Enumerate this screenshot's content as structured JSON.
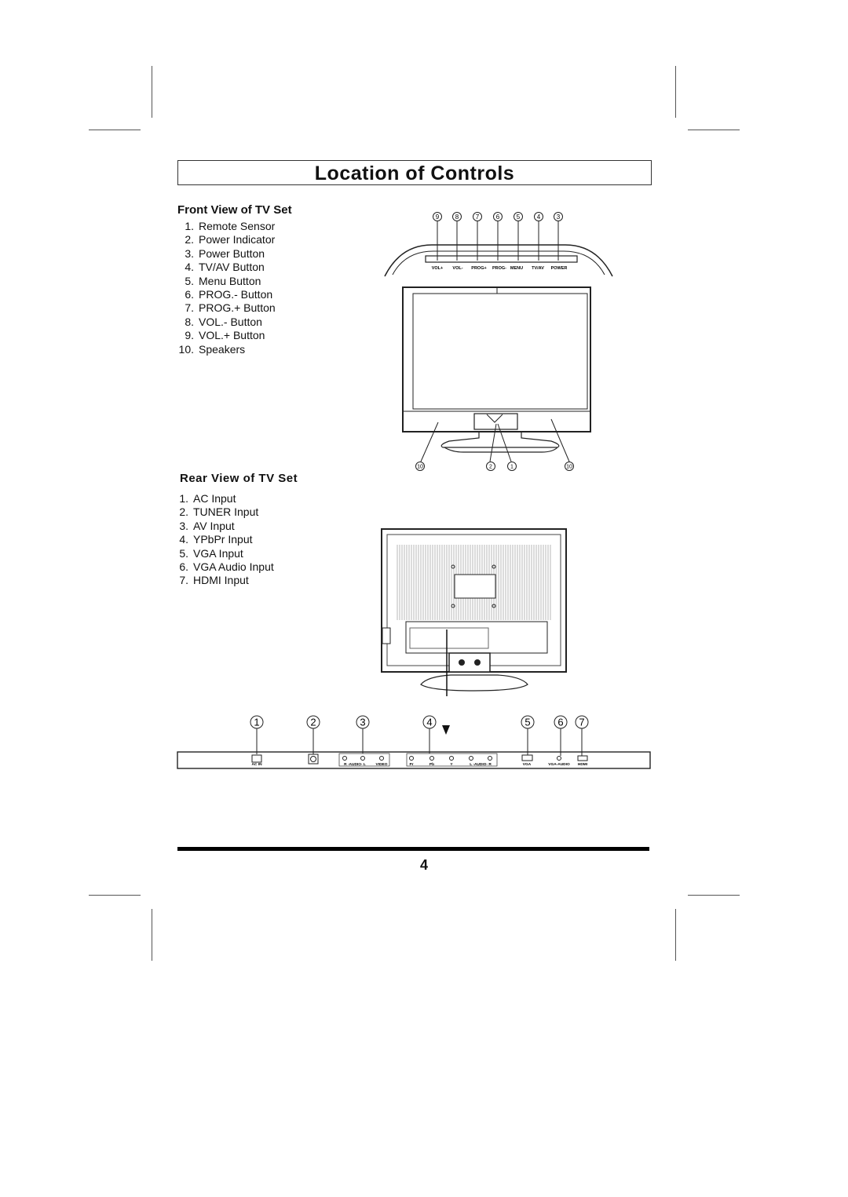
{
  "title": "Location of Controls",
  "front": {
    "heading": "Front View of TV Set",
    "items": [
      {
        "num": "1.",
        "label": "Remote Sensor"
      },
      {
        "num": "2.",
        "label": "Power Indicator"
      },
      {
        "num": "3.",
        "label": "Power Button"
      },
      {
        "num": "4.",
        "label": "TV/AV Button"
      },
      {
        "num": "5.",
        "label": "Menu Button"
      },
      {
        "num": "6.",
        "label": "PROG.- Button"
      },
      {
        "num": "7.",
        "label": "PROG.+ Button"
      },
      {
        "num": "8.",
        "label": "VOL.- Button"
      },
      {
        "num": "9.",
        "label": "VOL.+ Button"
      },
      {
        "num": "10.",
        "label": "Speakers"
      }
    ],
    "diagram": {
      "button_labels": [
        "VOL+",
        "VOL-",
        "PROG+",
        "PROG-",
        "MENU",
        "TV/AV",
        "POWER"
      ],
      "top_callouts": [
        "9",
        "8",
        "7",
        "6",
        "5",
        "4",
        "3"
      ],
      "bottom_callouts": [
        "10",
        "2",
        "1",
        "10"
      ]
    }
  },
  "rear": {
    "heading": "Rear View of TV Set",
    "items": [
      {
        "num": "1.",
        "label": "AC Input"
      },
      {
        "num": "2.",
        "label": "TUNER  Input"
      },
      {
        "num": "3.",
        "label": "AV Input"
      },
      {
        "num": "4.",
        "label": "YPbPr Input"
      },
      {
        "num": "5.",
        "label": "VGA Input"
      },
      {
        "num": "6.",
        "label": "VGA Audio Input"
      },
      {
        "num": "7.",
        "label": "HDMI Input"
      }
    ],
    "panel": {
      "callouts": [
        "1",
        "2",
        "3",
        "4",
        "5",
        "6",
        "7"
      ],
      "labels": [
        "AC IN",
        "R -AUDIO- L",
        "VIDEO",
        "Pr",
        "Pb",
        "Y",
        "L -AUDIO- R",
        "VGA",
        "VGA-AUDIO",
        "HDMI"
      ]
    }
  },
  "page_number": "4"
}
